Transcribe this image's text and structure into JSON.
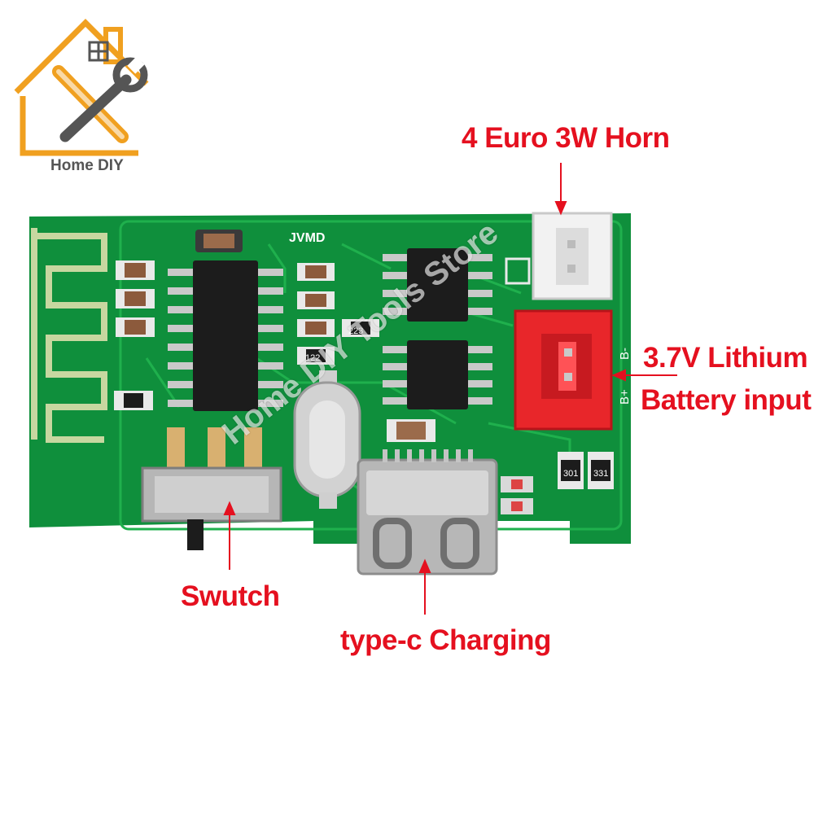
{
  "brand": {
    "name": "Home DIY",
    "logo_icon": "house-wrench-screwdriver-logo"
  },
  "watermark": "Home DIY Tools Store",
  "callouts": {
    "horn": "4 Euro 3W Horn",
    "battery_line1": "3.7V Lithium",
    "battery_line2": "Battery input",
    "switch": "Swutch",
    "charging": "type-c  Charging"
  },
  "silkscreen": {
    "minus": "B-",
    "plus": "B+",
    "res_301": "301",
    "res_331": "331",
    "res_223": "223",
    "res_122": "122",
    "pcb_mark": "JVMD"
  },
  "colors": {
    "pcb": "#0f8f3c",
    "label_red": "#e5101f",
    "connector_red": "#e8262a",
    "logo_orange": "#f0a020",
    "logo_gray": "#555555"
  }
}
